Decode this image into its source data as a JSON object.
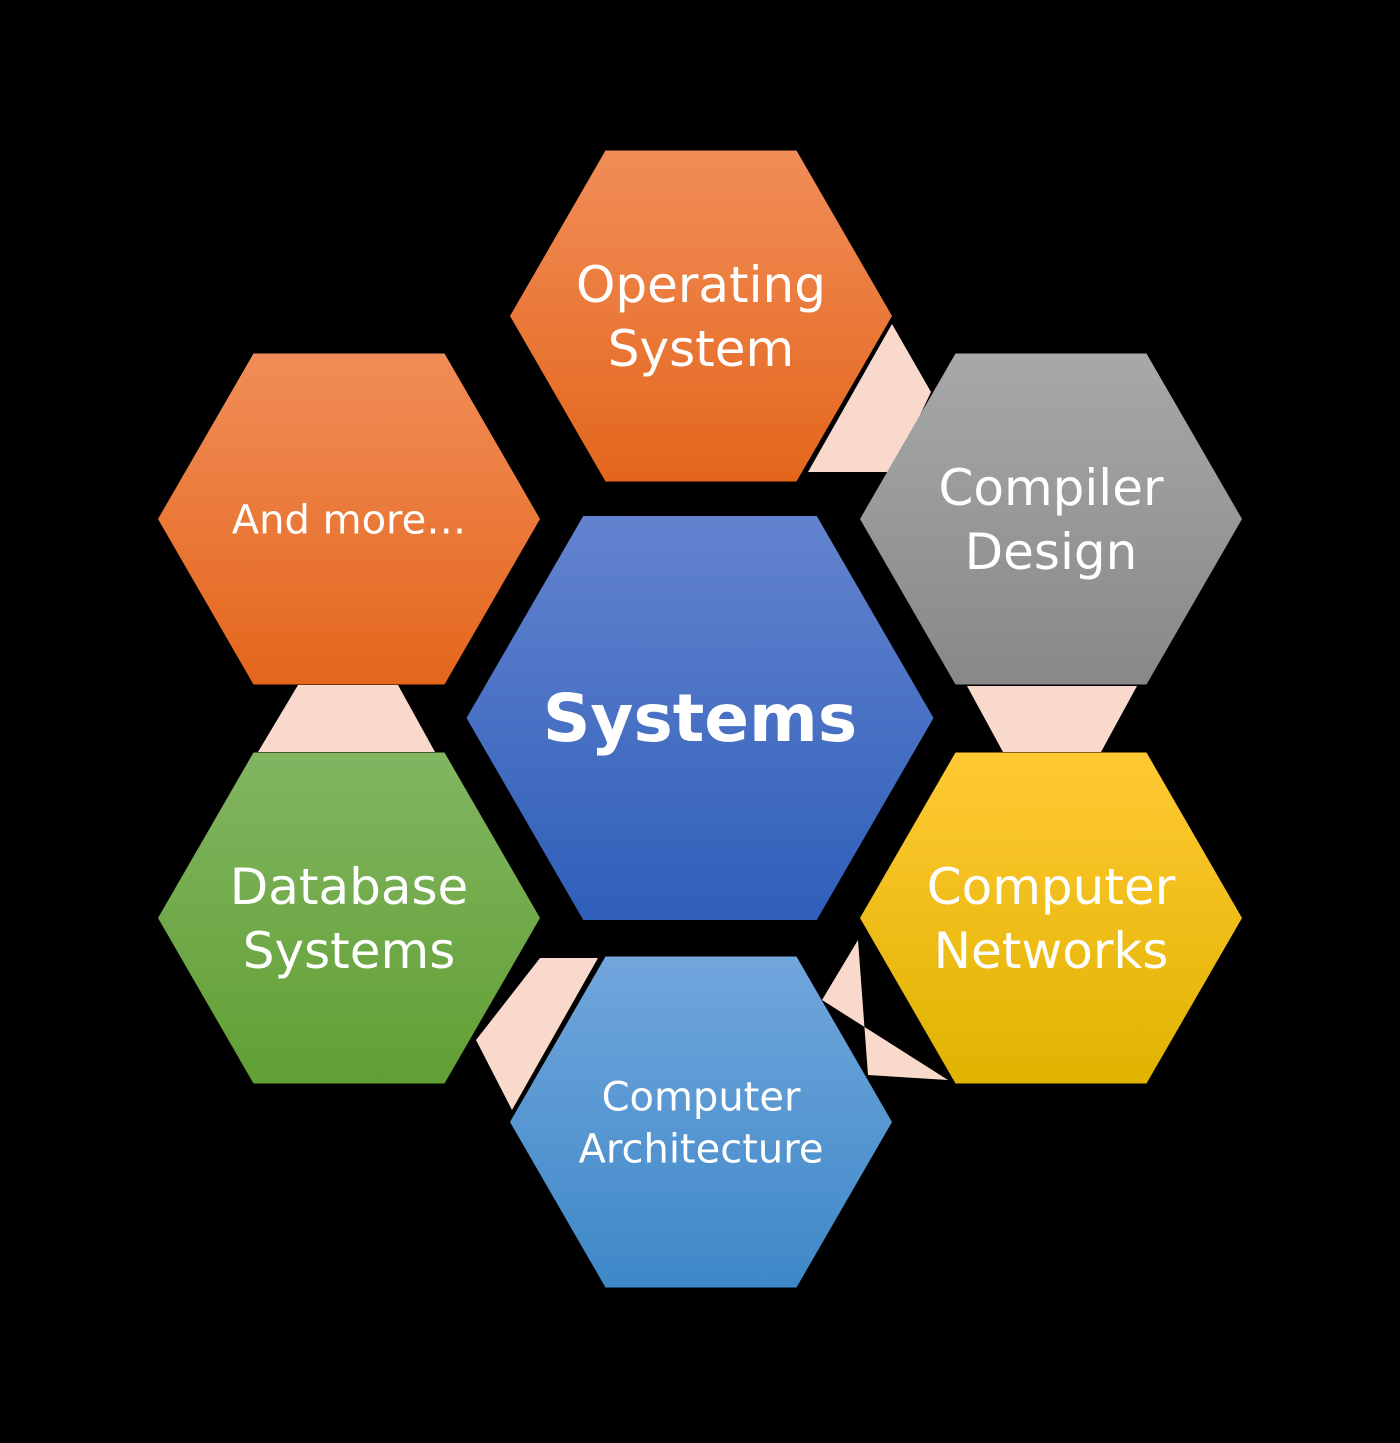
{
  "center": {
    "label": "Systems",
    "color_top": "#6383cf",
    "color_bottom": "#2f5fb9"
  },
  "topics": [
    {
      "id": "operating-system",
      "lines": [
        "Operating",
        "System"
      ],
      "color_top": "#f18d58",
      "color_bottom": "#e4661c"
    },
    {
      "id": "compiler-design",
      "lines": [
        "Compiler",
        "Design"
      ],
      "color_top": "#a8a8a8",
      "color_bottom": "#888888"
    },
    {
      "id": "computer-networks",
      "lines": [
        "Computer",
        "Networks"
      ],
      "color_top": "#ffc933",
      "color_bottom": "#e0b300"
    },
    {
      "id": "computer-architecture",
      "lines": [
        "Computer",
        "Architecture"
      ],
      "color_top": "#71a6dc",
      "color_bottom": "#3e88c8"
    },
    {
      "id": "database-systems",
      "lines": [
        "Database",
        "Systems"
      ],
      "color_top": "#82b561",
      "color_bottom": "#61a034"
    },
    {
      "id": "and-more",
      "lines": [
        "And more…"
      ],
      "color_top": "#f18d58",
      "color_bottom": "#e4661c"
    }
  ],
  "connector_color": "#f8d9cc",
  "background": "#000000"
}
